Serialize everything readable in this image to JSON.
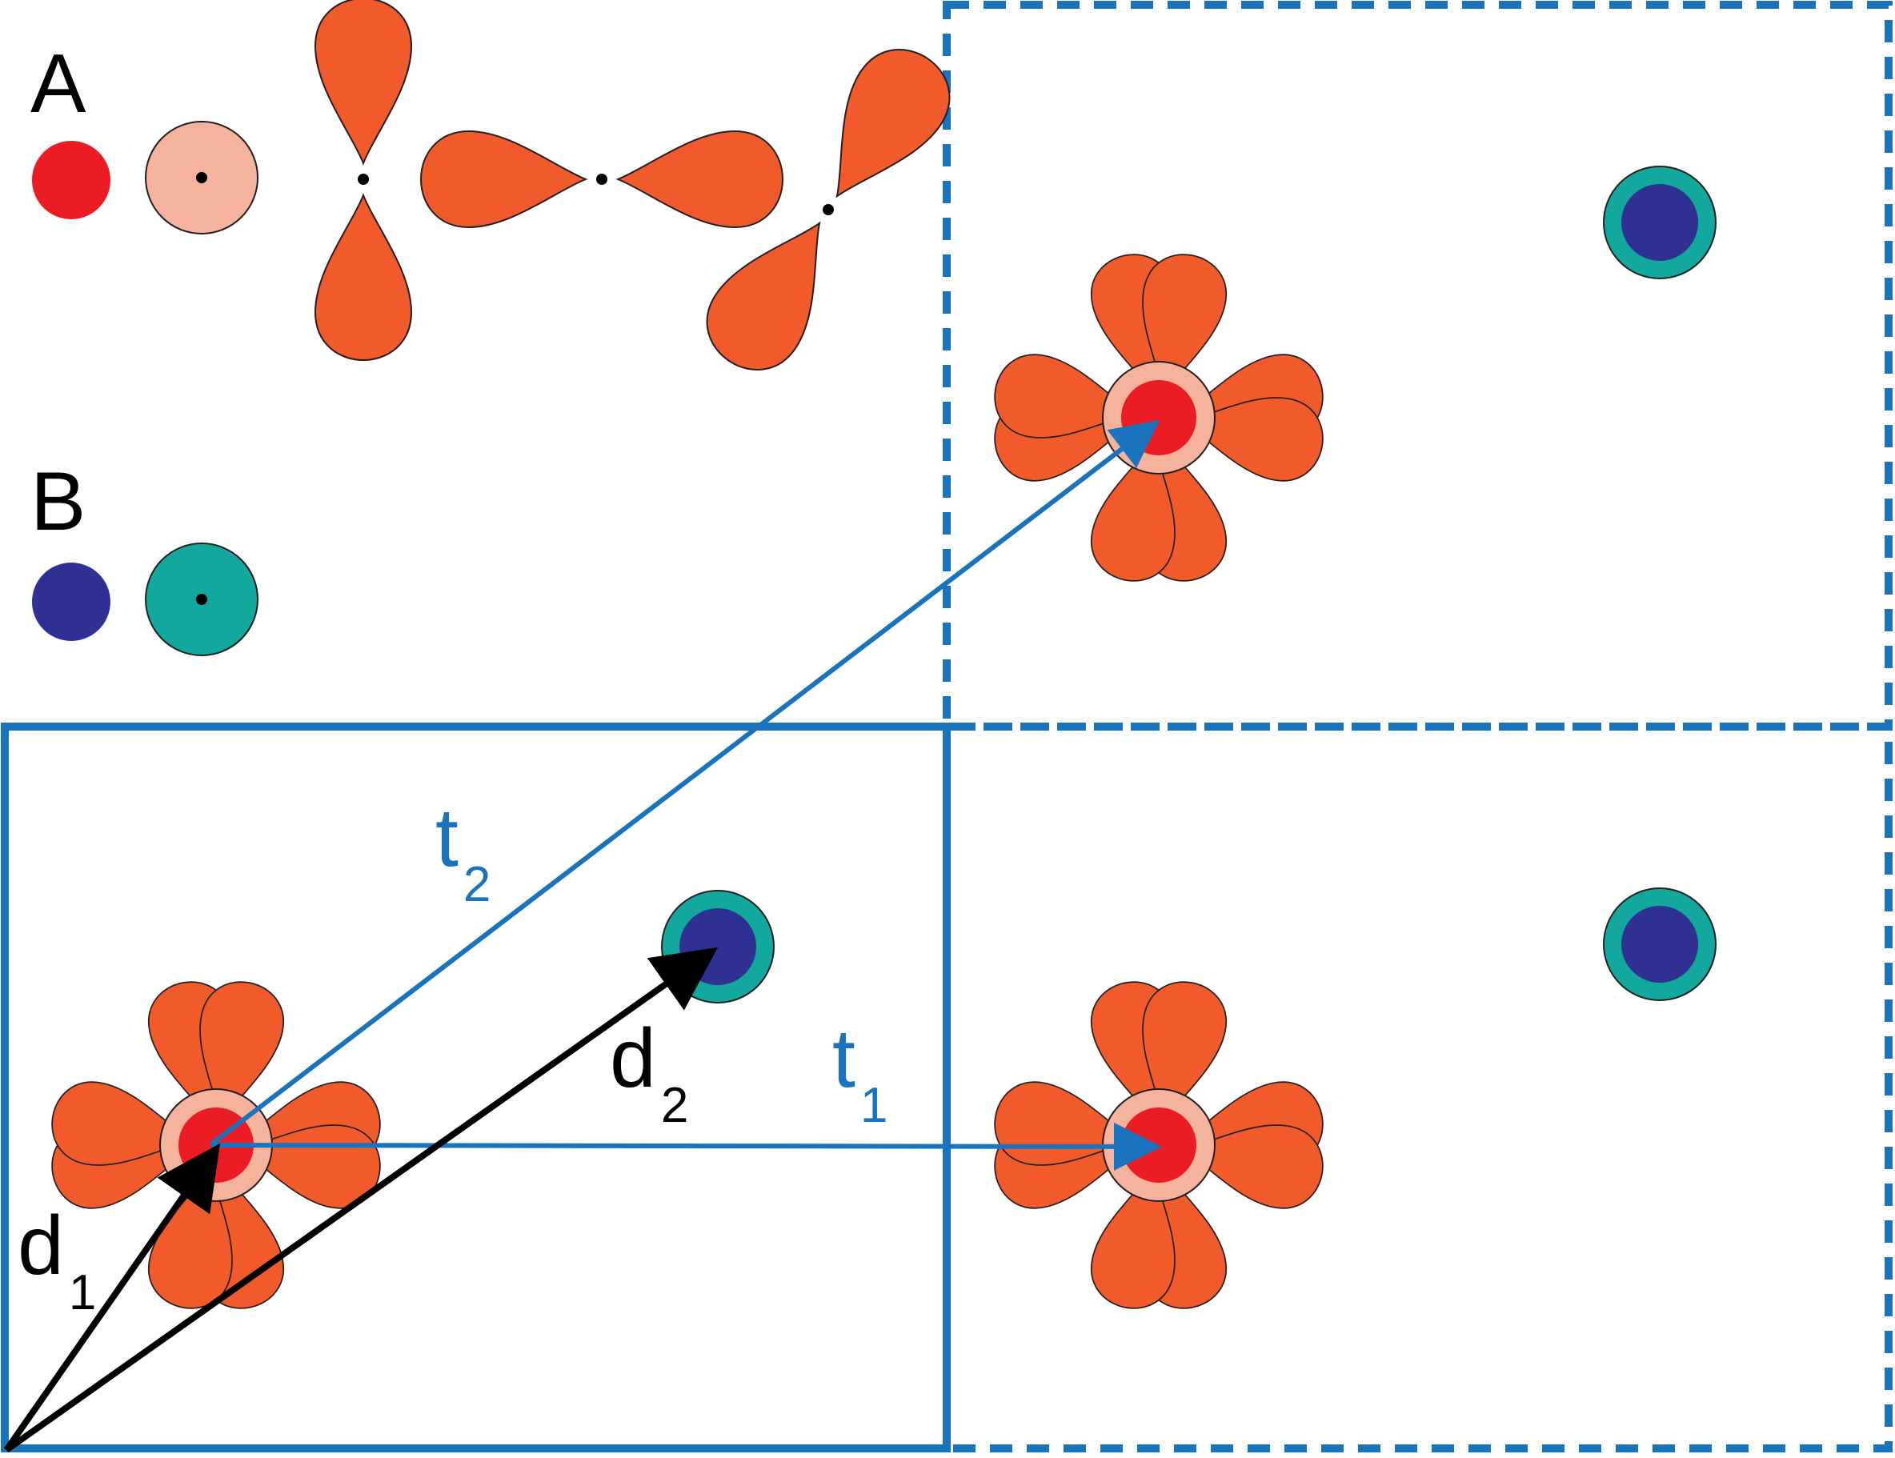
{
  "labels": {
    "A": "A",
    "B": "B",
    "d1_main": "d",
    "d1_sub": "1",
    "d2_main": "d",
    "d2_sub": "2",
    "t1_main": "t",
    "t1_sub": "1",
    "t2_main": "t",
    "t2_sub": "2"
  },
  "colors": {
    "lattice_blue": "#1A74BD",
    "vector_black": "#000000",
    "atom_a_core": "#EC1C24",
    "atom_a_shell": "#F5B29C",
    "atom_a_lobe": "#F15A2B",
    "atom_b_core": "#2E3192",
    "atom_b_shell": "#13A89E",
    "outline": "#231F20"
  },
  "icons": {
    "atom_a_core": "red-dot",
    "atom_a_s_orbital": "s-orbital-circle",
    "atom_a_p_orbital": "p-orbital-dumbbell",
    "atom_b_core": "blue-dot",
    "atom_b_s_orbital": "s-orbital-circle"
  }
}
